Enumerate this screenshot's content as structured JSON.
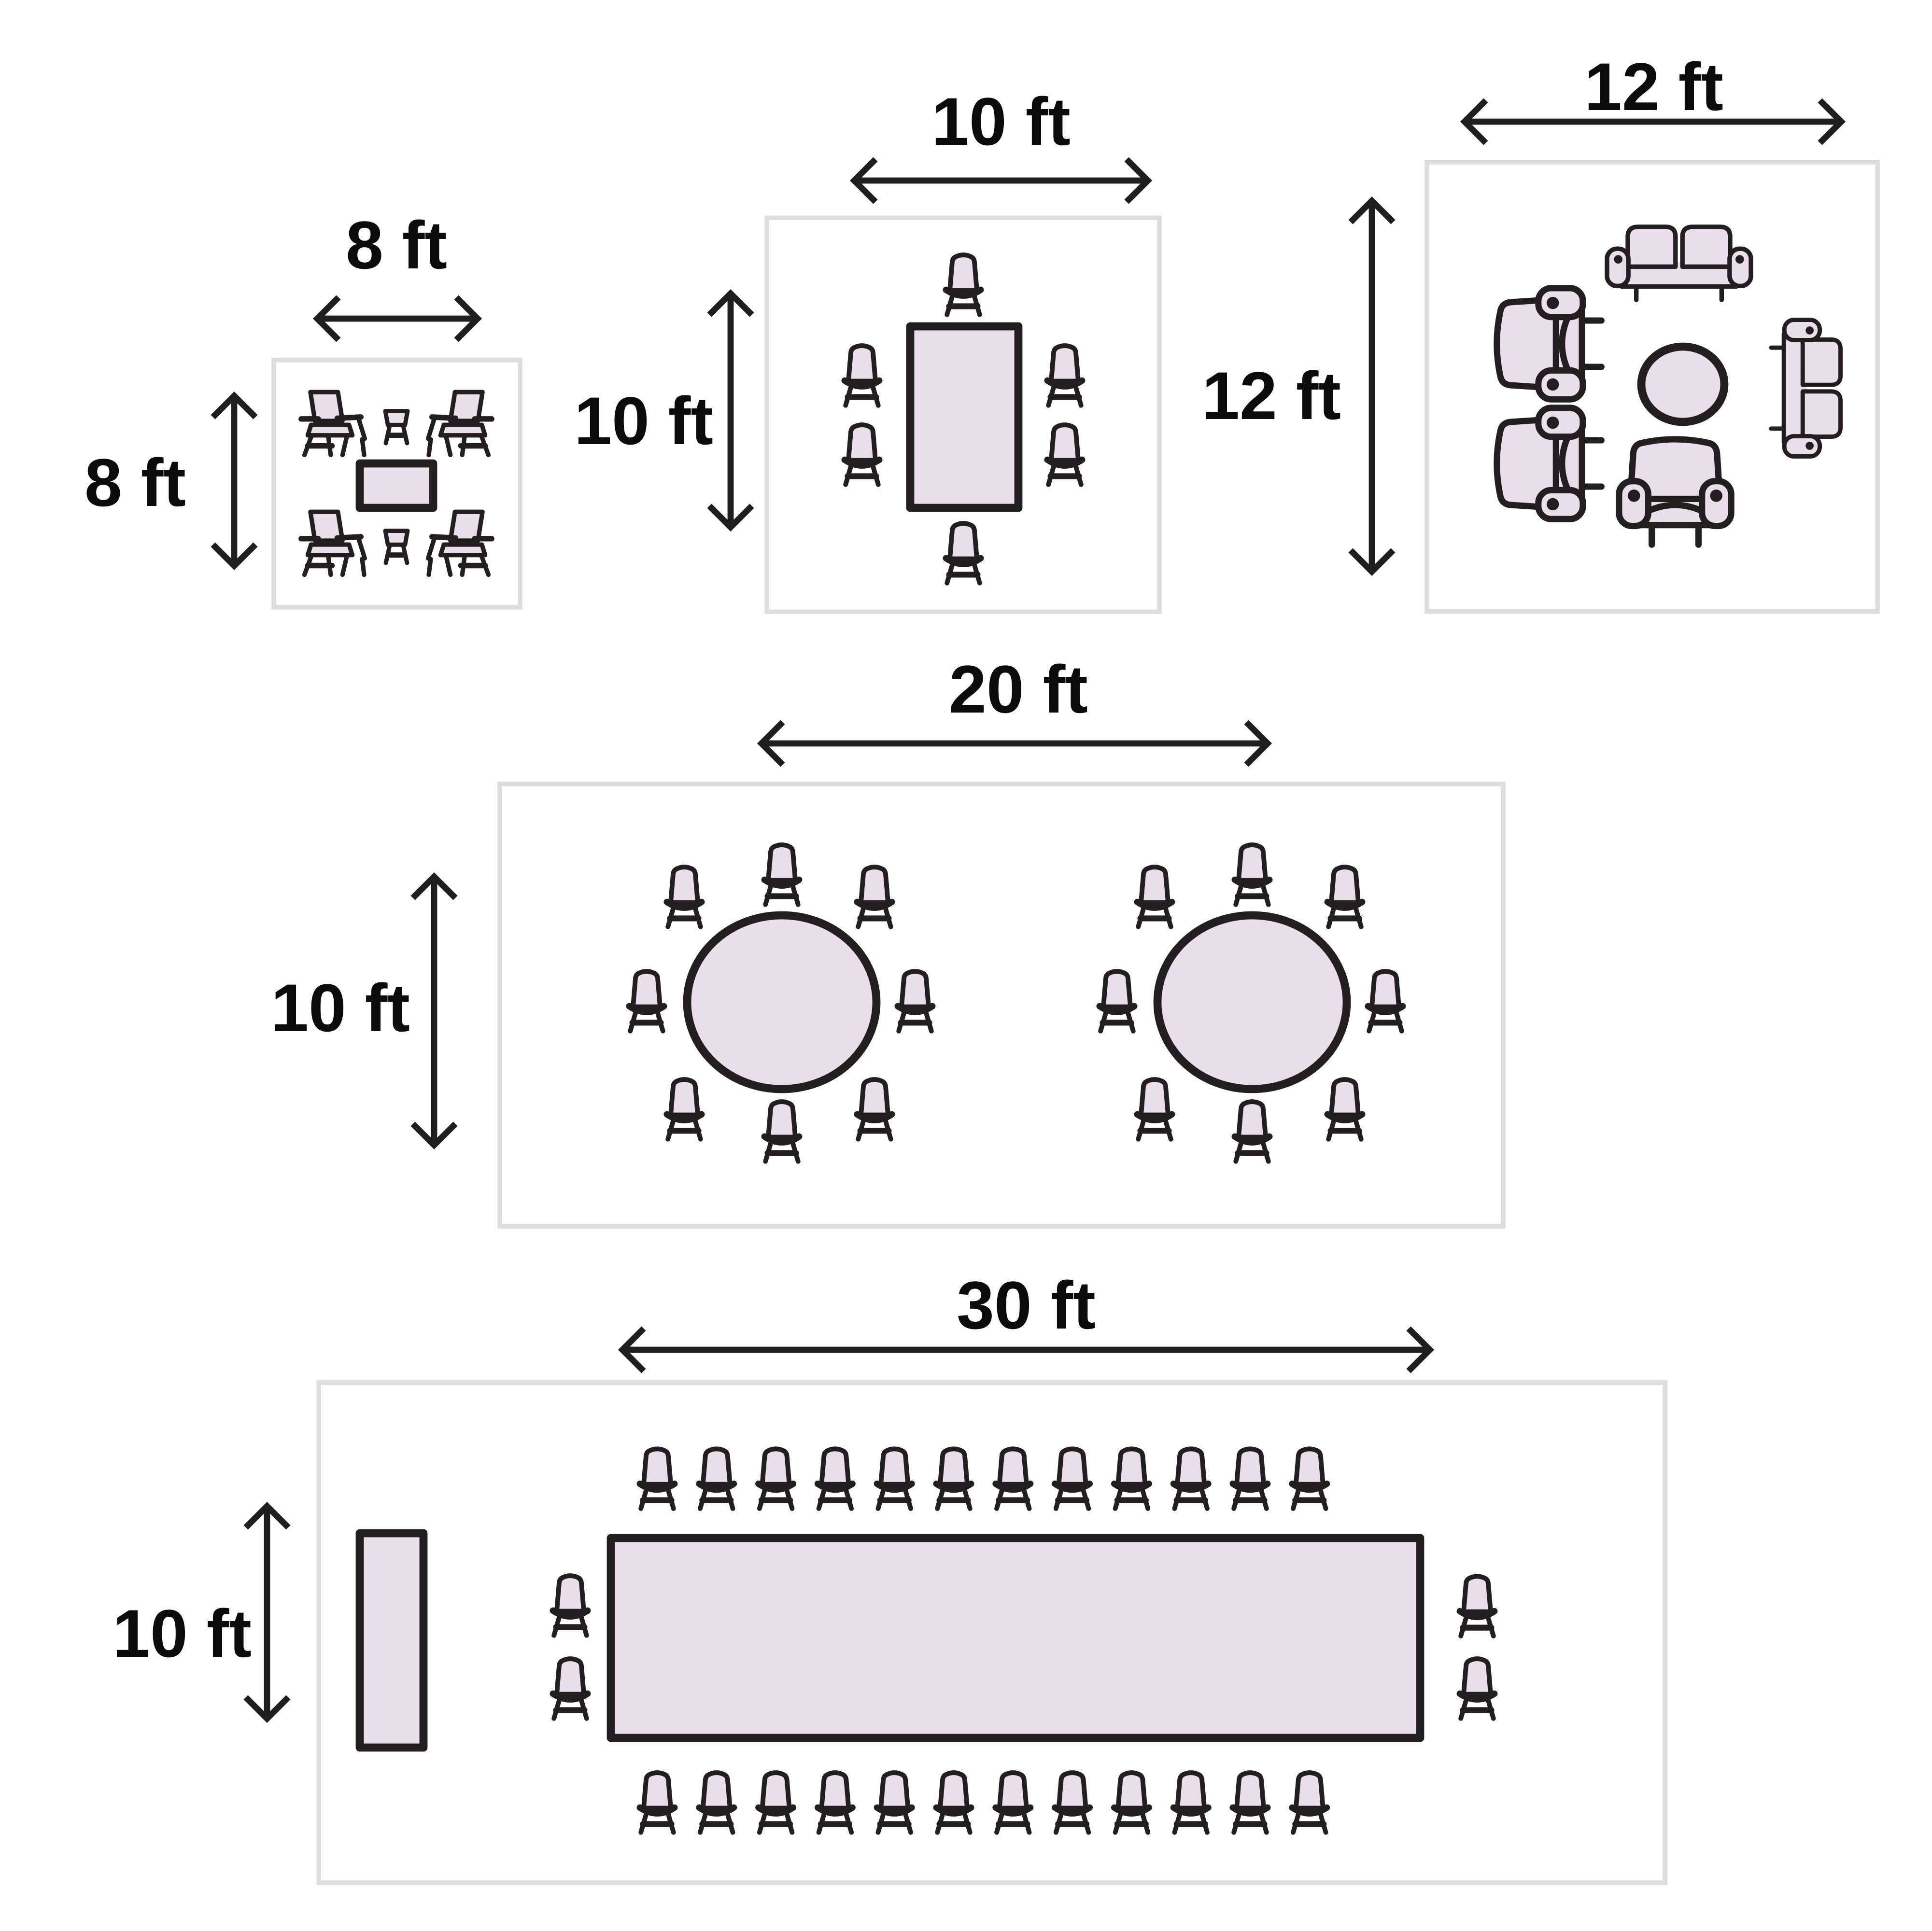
{
  "page": {
    "description": "Floor plan diagrams comparing five room sizes with furniture layouts",
    "background": "#ffffff"
  },
  "colors": {
    "furniture_fill": "#e8dfeb",
    "furniture_outline": "#231f20",
    "room_border": "#dedede",
    "label_text": "#0b0b0b"
  },
  "rooms": [
    {
      "id": "seating-area-8x8",
      "width_label": "8 ft",
      "height_label": "8 ft",
      "width_ft": 8,
      "height_ft": 8,
      "furniture": {
        "armchairs": 4,
        "stools": 2,
        "coffee_tables": 1
      }
    },
    {
      "id": "dining-room-10x10",
      "width_label": "10 ft",
      "height_label": "10 ft",
      "width_ft": 10,
      "height_ft": 10,
      "furniture": {
        "dining_chairs": 6,
        "rectangular_tables": 1
      }
    },
    {
      "id": "living-room-12x12",
      "width_label": "12 ft",
      "height_label": "12 ft",
      "width_ft": 12,
      "height_ft": 12,
      "furniture": {
        "loveseats": 2,
        "armchairs": 3,
        "round_coffee_tables": 1
      }
    },
    {
      "id": "event-room-20x10",
      "width_label": "20 ft",
      "height_label": "10 ft",
      "width_ft": 20,
      "height_ft": 10,
      "furniture": {
        "round_tables": 2,
        "chairs_per_table": 8,
        "chairs_total": 16
      }
    },
    {
      "id": "banquet-room-30x10",
      "width_label": "30 ft",
      "height_label": "10 ft",
      "width_ft": 30,
      "height_ft": 10,
      "furniture": {
        "banquet_tables": 1,
        "buffet_tables": 1,
        "chairs_top_row": 12,
        "chairs_bottom_row": 12,
        "chairs_left_end": 2,
        "chairs_right_end": 2,
        "chairs_total": 28
      }
    }
  ]
}
